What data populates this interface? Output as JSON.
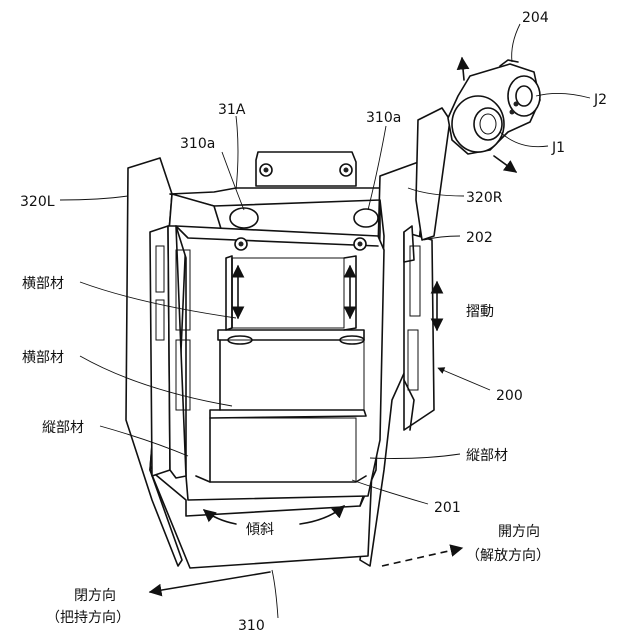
{
  "labels": {
    "ref_204": "204",
    "ref_J2": "J2",
    "ref_J1": "J1",
    "ref_31A": "31A",
    "ref_310a_left": "310a",
    "ref_310a_right": "310a",
    "ref_320L": "320L",
    "ref_320R": "320R",
    "ref_202": "202",
    "ref_200": "200",
    "ref_201": "201",
    "ref_310": "310",
    "horizontal_member_1": "横部材",
    "horizontal_member_2": "横部材",
    "vertical_member_left": "縦部材",
    "vertical_member_right": "縦部材",
    "sliding": "摺動",
    "inclination": "傾斜",
    "open_direction": "開方向",
    "open_direction_sub": "（解放方向）",
    "close_direction": "閉方向",
    "close_direction_sub": "（把持方向）"
  }
}
